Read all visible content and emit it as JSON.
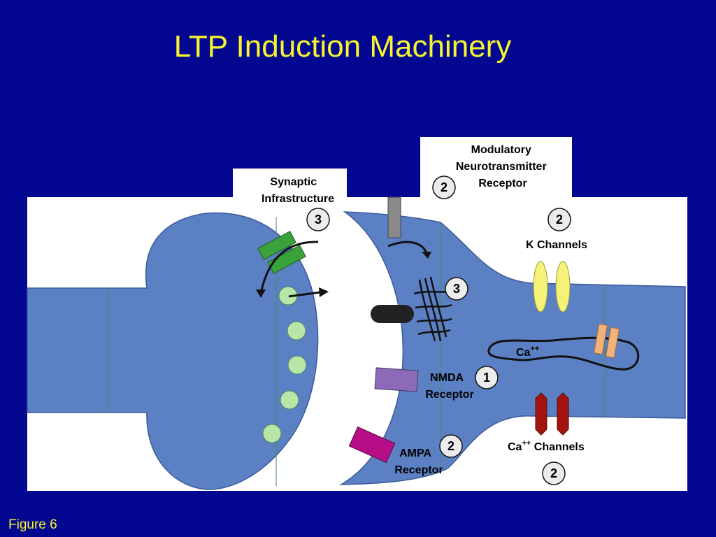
{
  "slide": {
    "title": "LTP Induction Machinery",
    "figure_label": "Figure 6"
  },
  "labels": {
    "synaptic_line1": "Synaptic",
    "synaptic_line2": "Infrastructure",
    "modulatory_line1": "Modulatory",
    "modulatory_line2": "Neurotransmitter",
    "modulatory_line3": "Receptor",
    "k_channels": "K Channels",
    "ca_inside": "Ca",
    "ca_sup": "++",
    "nmda_line1": "NMDA",
    "nmda_line2": "Receptor",
    "ampa_line1": "AMPA",
    "ampa_line2": "Receptor",
    "ca_channels_prefix": "Ca",
    "ca_channels_sup": "++",
    "ca_channels_suffix": " Channels"
  },
  "badges": {
    "synaptic": "3",
    "modulatory": "2",
    "k_channels": "2",
    "cytoskeleton": "3",
    "nmda": "1",
    "ampa": "2",
    "ca_channels": "2"
  },
  "colors": {
    "background": "#04078f",
    "title": "#f7f530",
    "cell": "#5b80c4",
    "vesicle": "#b8e6a8",
    "k_channel": "#f5f27a",
    "ca_channel": "#a3140f",
    "nmda": "#8c6ab7",
    "ampa": "#b60e86",
    "infrastructure": "#3aa23a"
  }
}
